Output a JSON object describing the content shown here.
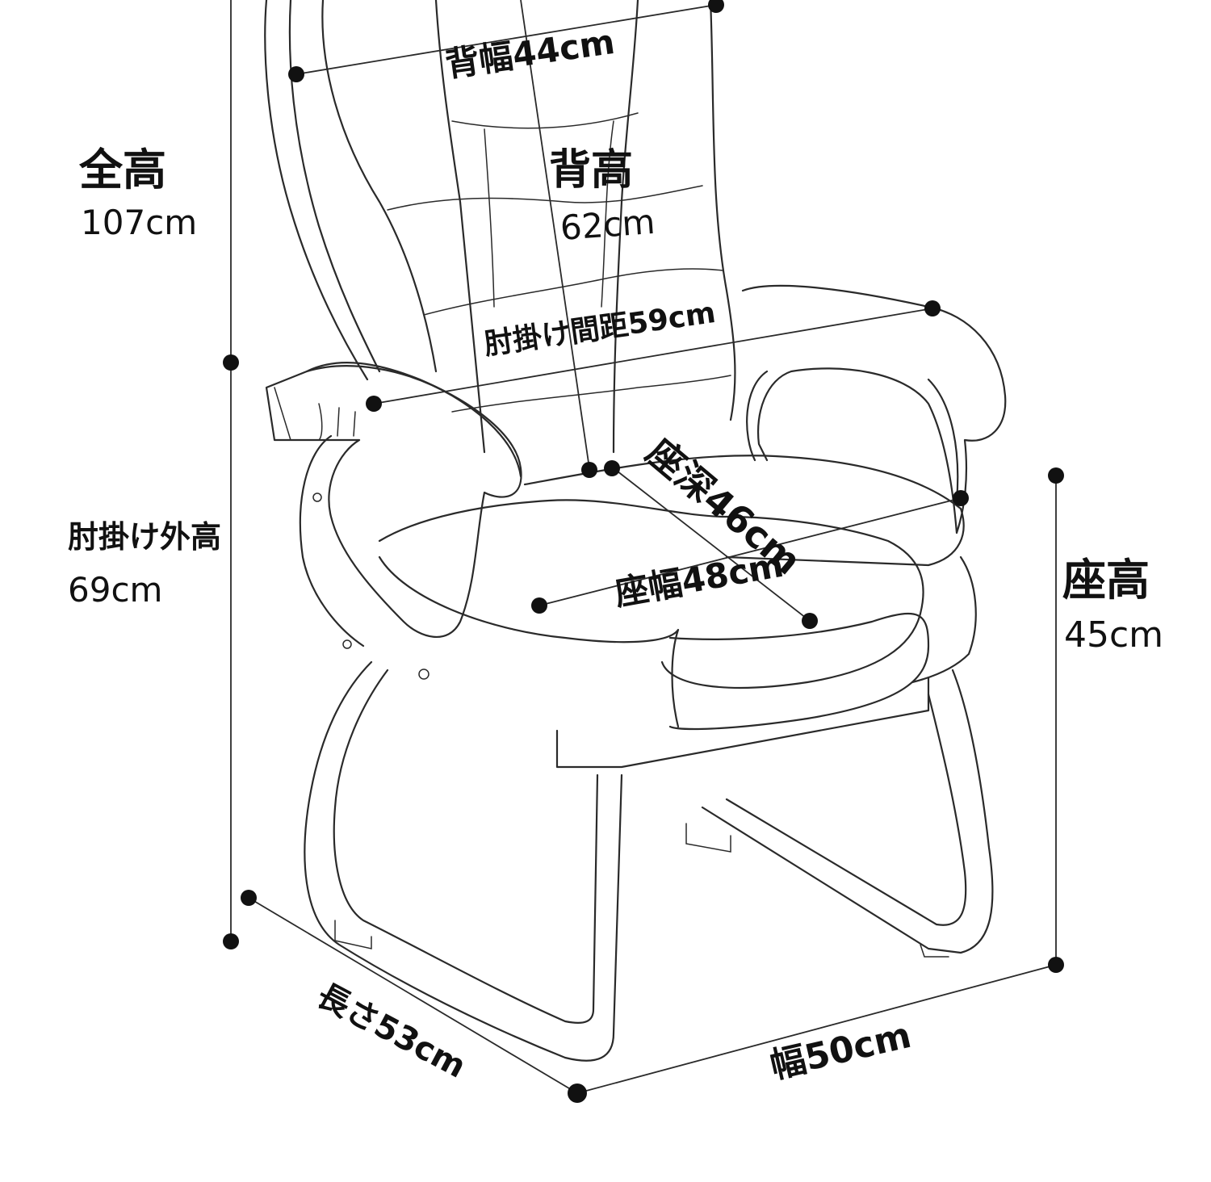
{
  "dimensions": {
    "total_height": {
      "label": "全高",
      "value": "107cm"
    },
    "back_height": {
      "label": "背高",
      "value": "62cm"
    },
    "back_width": {
      "text": "背幅44cm"
    },
    "armrest_spacing": {
      "text": "肘掛け間距59cm"
    },
    "armrest_height": {
      "label": "肘掛け外高",
      "value": "69cm"
    },
    "seat_depth": {
      "text": "座深46cm"
    },
    "seat_width": {
      "text": "座幅48cm"
    },
    "seat_height": {
      "label": "座高",
      "value": "45cm"
    },
    "length": {
      "text": "長さ53cm"
    },
    "width": {
      "text": "幅50cm"
    }
  },
  "colors": {
    "ink": "#111111",
    "line": "#2a2a2a",
    "background": "#ffffff"
  }
}
